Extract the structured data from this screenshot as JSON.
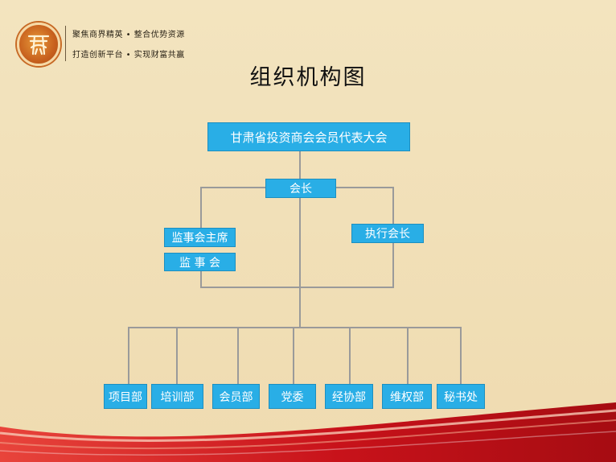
{
  "header": {
    "slogan_line1": "聚焦商界精英 • 整合优势资源",
    "slogan_line2": "打造创新平台 • 实现财富共赢"
  },
  "title": "组织机构图",
  "org": {
    "assembly": "甘肃省投资商会会员代表大会",
    "president": "会长",
    "supervisory_chair": "监事会主席",
    "supervisory_board": "监 事 会",
    "executive_president": "执行会长",
    "departments": [
      "项目部",
      "培训部",
      "会员部",
      "党委",
      "经协部",
      "维权部",
      "秘书处"
    ]
  },
  "colors": {
    "box": "#29aee6",
    "line": "#9a9a9a",
    "accent_red": "#d4181c"
  },
  "icons": {
    "logo": "logo-seal-icon"
  }
}
